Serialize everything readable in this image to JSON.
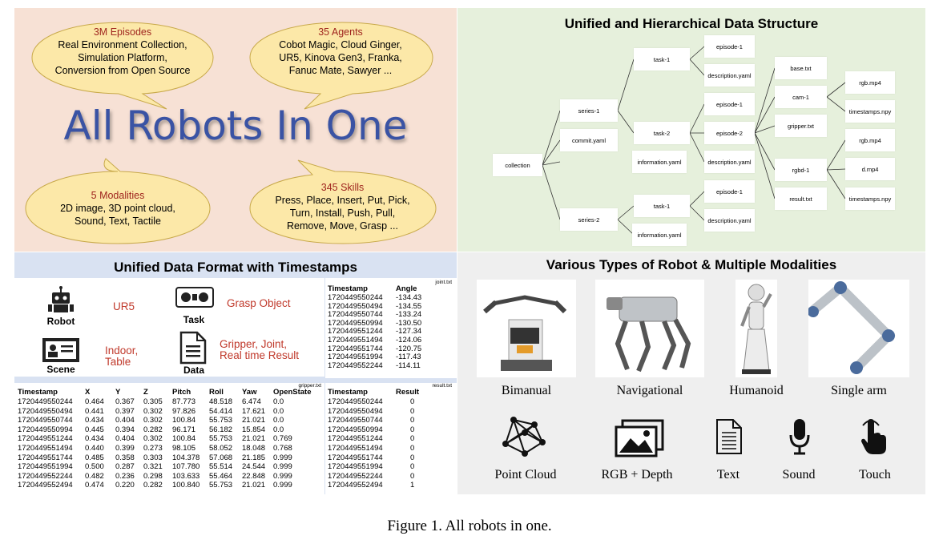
{
  "caption": "Figure 1. All robots in one.",
  "top_left": {
    "title": "All Robots In One",
    "bubbles": [
      {
        "head": "3M Episodes",
        "lines": [
          "Real Environment Collection,",
          "Simulation Platform,",
          "Conversion from Open Source"
        ]
      },
      {
        "head": "35 Agents",
        "lines": [
          "Cobot Magic, Cloud Ginger,",
          "UR5, Kinova Gen3, Franka,",
          "Fanuc Mate, Sawyer ..."
        ]
      },
      {
        "head": "5 Modalities",
        "lines": [
          "2D image, 3D point cloud,",
          "Sound, Text, Tactile"
        ]
      },
      {
        "head": "345 Skills",
        "lines": [
          "Press, Place, Insert, Put, Pick,",
          "Turn, Install, Push, Pull,",
          "Remove, Move, Grasp ..."
        ]
      }
    ]
  },
  "top_right": {
    "title": "Unified and Hierarchical Data Structure",
    "nodes": {
      "collection": "collection",
      "series1": "series-1",
      "commit": "commit.yaml",
      "info1": "information.yaml",
      "series2": "series-2",
      "task1": "task-1",
      "task2": "task-2",
      "s2task1": "task-1",
      "info2": "information.yaml",
      "ep1a": "episode-1",
      "desc1": "description.yaml",
      "ep1b": "episode-1",
      "ep2": "episode-2",
      "desc2": "description.yaml",
      "ep1c": "episode-1",
      "desc3": "description.yaml",
      "base": "base.txt",
      "cam": "cam-1",
      "gripper": "gripper.txt",
      "rgbd": "rgbd-1",
      "result": "result.txt",
      "rgb1": "rgb.mp4",
      "ts1": "timestamps.npy",
      "rgb2": "rgb.mp4",
      "dmp4": "d.mp4",
      "ts2": "timestamps.npy"
    }
  },
  "bottom_left": {
    "title": "Unified Data Format with Timestamps",
    "meta": {
      "robot_label": "Robot",
      "robot_value": "UR5",
      "task_label": "Task",
      "task_value": "Grasp Object",
      "scene_label": "Scene",
      "scene_value": [
        "Indoor,",
        "Table"
      ],
      "data_label": "Data",
      "data_value": [
        "Gripper, Joint,",
        "Real time Result"
      ]
    },
    "joint": {
      "file": "joint.txt",
      "headers": [
        "Timestamp",
        "Angle"
      ],
      "rows": [
        [
          "1720449550244",
          "-134.43"
        ],
        [
          "1720449550494",
          "-134.55"
        ],
        [
          "1720449550744",
          "-133.24"
        ],
        [
          "1720449550994",
          "-130.50"
        ],
        [
          "1720449551244",
          "-127.34"
        ],
        [
          "1720449551494",
          "-124.06"
        ],
        [
          "1720449551744",
          "-120.75"
        ],
        [
          "1720449551994",
          "-117.43"
        ],
        [
          "1720449552244",
          "-114.11"
        ]
      ]
    },
    "gripper": {
      "file": "gripper.txt",
      "headers": [
        "Timestamp",
        "X",
        "Y",
        "Z",
        "Pitch",
        "Roll",
        "Yaw",
        "OpenState"
      ],
      "rows": [
        [
          "1720449550244",
          "0.464",
          "0.367",
          "0.305",
          "87.773",
          "48.518",
          "6.474",
          "0.0"
        ],
        [
          "1720449550494",
          "0.441",
          "0.397",
          "0.302",
          "97.826",
          "54.414",
          "17.621",
          "0.0"
        ],
        [
          "1720449550744",
          "0.434",
          "0.404",
          "0.302",
          "100.84",
          "55.753",
          "21.021",
          "0.0"
        ],
        [
          "1720449550994",
          "0.445",
          "0.394",
          "0.282",
          "96.171",
          "56.182",
          "15.854",
          "0.0"
        ],
        [
          "1720449551244",
          "0.434",
          "0.404",
          "0.302",
          "100.84",
          "55.753",
          "21.021",
          "0.769"
        ],
        [
          "1720449551494",
          "0.440",
          "0.399",
          "0.273",
          "98.105",
          "58.052",
          "18.048",
          "0.768"
        ],
        [
          "1720449551744",
          "0.485",
          "0.358",
          "0.303",
          "104.378",
          "57.068",
          "21.185",
          "0.999"
        ],
        [
          "1720449551994",
          "0.500",
          "0.287",
          "0.321",
          "107.780",
          "55.514",
          "24.544",
          "0.999"
        ],
        [
          "1720449552244",
          "0.482",
          "0.236",
          "0.298",
          "103.633",
          "55.464",
          "22.848",
          "0.999"
        ],
        [
          "1720449552494",
          "0.474",
          "0.220",
          "0.282",
          "100.840",
          "55.753",
          "21.021",
          "0.999"
        ]
      ]
    },
    "result": {
      "file": "result.txt",
      "headers": [
        "Timestamp",
        "Result"
      ],
      "rows": [
        [
          "1720449550244",
          "0"
        ],
        [
          "1720449550494",
          "0"
        ],
        [
          "1720449550744",
          "0"
        ],
        [
          "1720449550994",
          "0"
        ],
        [
          "1720449551244",
          "0"
        ],
        [
          "1720449551494",
          "0"
        ],
        [
          "1720449551744",
          "0"
        ],
        [
          "1720449551994",
          "0"
        ],
        [
          "1720449552244",
          "0"
        ],
        [
          "1720449552494",
          "1"
        ]
      ]
    }
  },
  "bottom_right": {
    "title": "Various Types of Robot & Multiple Modalities",
    "robots": [
      "Bimanual",
      "Navigational",
      "Humanoid",
      "Single arm"
    ],
    "modalities": [
      "Point Cloud",
      "RGB + Depth",
      "Text",
      "Sound",
      "Touch"
    ]
  }
}
